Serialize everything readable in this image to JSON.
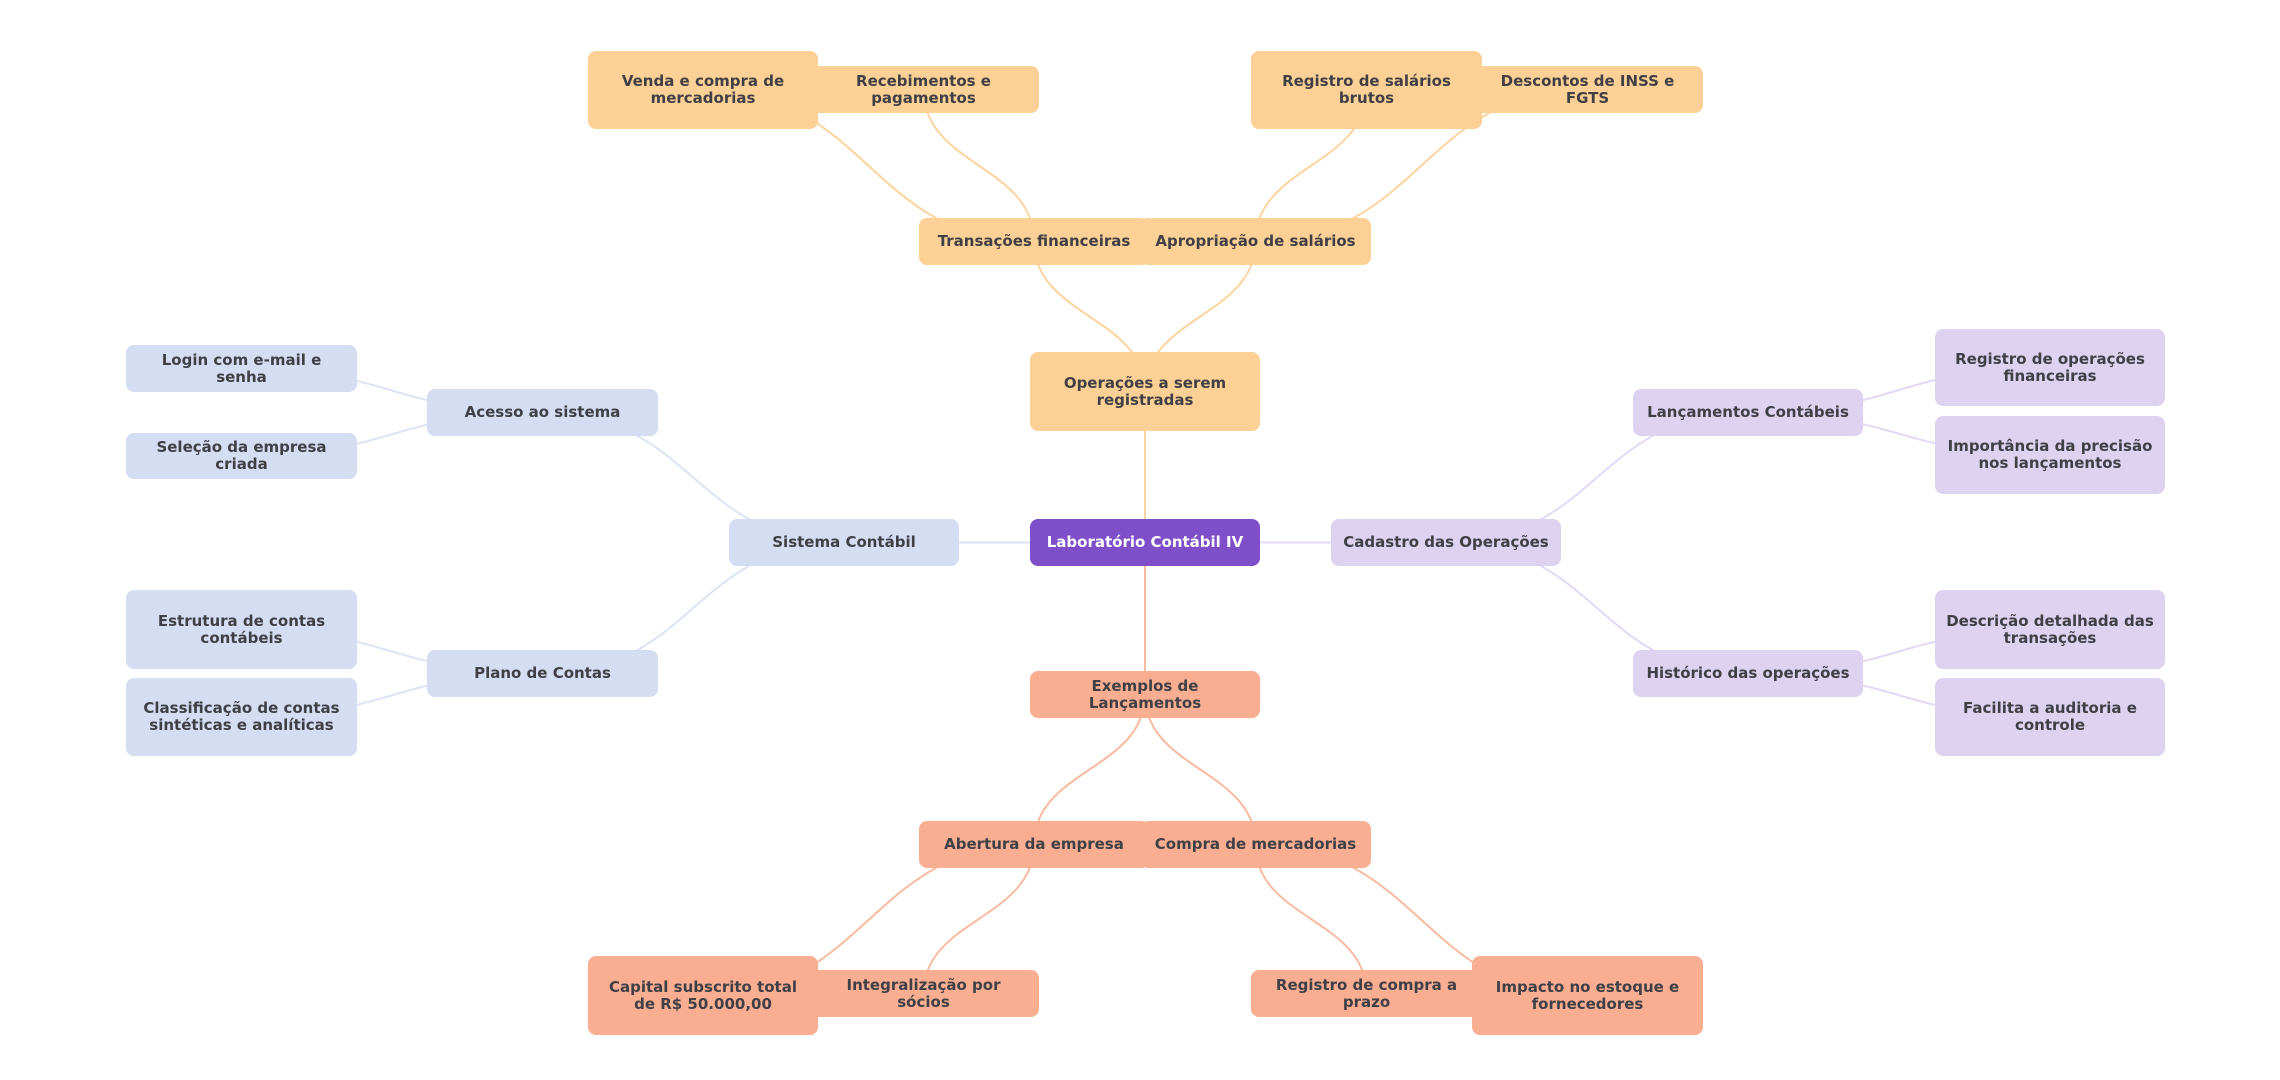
{
  "colors": {
    "root": "#7e4fc8",
    "orange": "#fdd095",
    "blue": "#d5ddf2",
    "purple": "#ddd2f0",
    "salmon": "#f9ae91",
    "edge_orange": "#fdd3a0",
    "edge_blue": "#dbe3f5",
    "edge_purple": "#e3d8f5",
    "edge_salmon": "#f9baa0",
    "text": "#3f3f46",
    "root_text": "#ffffff"
  },
  "mindmap": {
    "root": {
      "id": "root",
      "label": "Laboratório Contábil IV"
    },
    "nodes": [
      {
        "id": "operacoes",
        "parent": "root",
        "label": "Operações a serem registradas",
        "color": "orange"
      },
      {
        "id": "transacoes",
        "parent": "operacoes",
        "label": "Transações financeiras",
        "color": "orange"
      },
      {
        "id": "apropriacao",
        "parent": "operacoes",
        "label": "Apropriação de salários",
        "color": "orange"
      },
      {
        "id": "venda",
        "parent": "transacoes",
        "label": "Venda e compra de mercadorias",
        "color": "orange"
      },
      {
        "id": "recebimentos",
        "parent": "transacoes",
        "label": "Recebimentos e pagamentos",
        "color": "orange"
      },
      {
        "id": "registro-salarios",
        "parent": "apropriacao",
        "label": "Registro de salários brutos",
        "color": "orange"
      },
      {
        "id": "descontos",
        "parent": "apropriacao",
        "label": "Descontos de INSS e FGTS",
        "color": "orange"
      },
      {
        "id": "sistema",
        "parent": "root",
        "label": "Sistema Contábil",
        "color": "blue"
      },
      {
        "id": "acesso",
        "parent": "sistema",
        "label": "Acesso ao sistema",
        "color": "blue"
      },
      {
        "id": "plano",
        "parent": "sistema",
        "label": "Plano de Contas",
        "color": "blue"
      },
      {
        "id": "login",
        "parent": "acesso",
        "label": "Login com e-mail e senha",
        "color": "blue"
      },
      {
        "id": "selecao",
        "parent": "acesso",
        "label": "Seleção da empresa criada",
        "color": "blue"
      },
      {
        "id": "estrutura",
        "parent": "plano",
        "label": "Estrutura de contas contábeis",
        "color": "blue"
      },
      {
        "id": "classificacao",
        "parent": "plano",
        "label": "Classificação de contas sintéticas e analíticas",
        "color": "blue"
      },
      {
        "id": "cadastro",
        "parent": "root",
        "label": "Cadastro das Operações",
        "color": "purple"
      },
      {
        "id": "lancamentos",
        "parent": "cadastro",
        "label": "Lançamentos Contábeis",
        "color": "purple"
      },
      {
        "id": "historico",
        "parent": "cadastro",
        "label": "Histórico das operações",
        "color": "purple"
      },
      {
        "id": "registro-operacoes",
        "parent": "lancamentos",
        "label": "Registro de operações financeiras",
        "color": "purple"
      },
      {
        "id": "importancia",
        "parent": "lancamentos",
        "label": "Importância da precisão nos lançamentos",
        "color": "purple"
      },
      {
        "id": "descricao",
        "parent": "historico",
        "label": "Descrição detalhada das transações",
        "color": "purple"
      },
      {
        "id": "facilita",
        "parent": "historico",
        "label": "Facilita a auditoria e controle",
        "color": "purple"
      },
      {
        "id": "exemplos",
        "parent": "root",
        "label": "Exemplos de Lançamentos",
        "color": "salmon"
      },
      {
        "id": "abertura",
        "parent": "exemplos",
        "label": "Abertura da empresa",
        "color": "salmon"
      },
      {
        "id": "compra",
        "parent": "exemplos",
        "label": "Compra de mercadorias",
        "color": "salmon"
      },
      {
        "id": "capital",
        "parent": "abertura",
        "label": "Capital subscrito total de R$ 50.000,00",
        "color": "salmon"
      },
      {
        "id": "integralizacao",
        "parent": "abertura",
        "label": "Integralização por sócios",
        "color": "salmon"
      },
      {
        "id": "registro-compra",
        "parent": "compra",
        "label": "Registro de compra a prazo",
        "color": "salmon"
      },
      {
        "id": "impacto",
        "parent": "compra",
        "label": "Impacto no estoque e fornecedores",
        "color": "salmon"
      }
    ]
  }
}
